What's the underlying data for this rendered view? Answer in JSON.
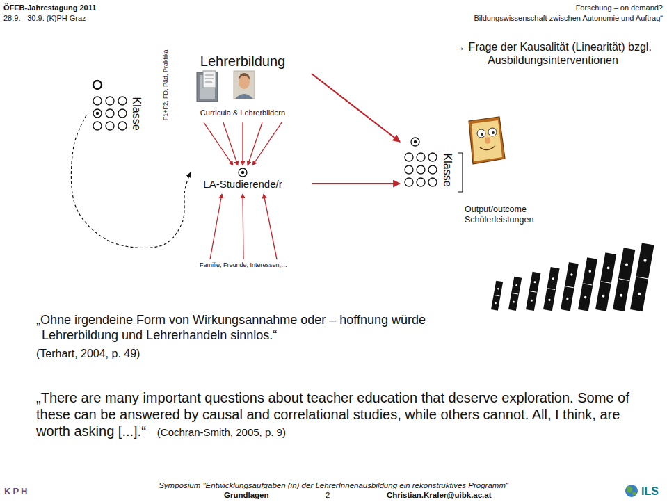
{
  "diagram": {
    "nodes": [
      {
        "text": [
          "Klasse"
        ]
      },
      {
        "text": [
          "Lehrerbildung"
        ]
      },
      {
        "text": [
          "Curricula & Lehrerbildern"
        ],
        "in": 1
      },
      {
        "text": [
          "LA-Studierende/r"
        ],
        "in": 1
      },
      {
        "text": [
          "Familie, Freunde, Interessen,…"
        ]
      },
      {
        "text": [
          "Klasse"
        ]
      },
      {
        "text": [
          "Output/outcome Schülerleistungen"
        ]
      }
    ],
    "edges": [
      {
        "from": 0,
        "to": 3,
        "arrow": "to"
      },
      {
        "from": 2,
        "to": 3,
        "arrow": "to"
      },
      {
        "from": 2,
        "to": 3,
        "arrow": "to"
      },
      {
        "from": 2,
        "to": 3,
        "arrow": "to"
      },
      {
        "from": 2,
        "to": 3,
        "arrow": "to"
      },
      {
        "from": 2,
        "to": 3,
        "arrow": "to"
      },
      {
        "from": 4,
        "to": 3,
        "arrow": "to"
      },
      {
        "from": 4,
        "to": 3,
        "arrow": "to"
      },
      {
        "from": 4,
        "to": 3,
        "arrow": "to"
      },
      {
        "from": 1,
        "to": 5,
        "arrow": "to"
      },
      {
        "from": 1,
        "to": 5,
        "arrow": "to"
      }
    ],
    "labels": [
      "ÖFEB-Jahrestagung 2011",
      "28.9. - 30.9. (K)PH Graz",
      "Forschung – on demand?",
      "Bildungswissenschaft zwischen Autonomie und Auftrag“",
      "F1+F2, FD, Päd, Praktika",
      "→ Frage der Kausalität (Linearität) bzgl. Ausbildungsinterventionen",
      "„Ohne irgendeine Form von Wirkungsannahme oder – hoffnung würde Lehrerbildung und Lehrerhandeln sinnlos.“",
      "(Terhart, 2004, p. 49)",
      "„There are many important questions about teacher education that deserve exploration. Some of these can be answered by causal and correlational studies, while others cannot. All, I think, are worth asking [...].“",
      "(Cochran-Smith, 2005, p. 9)",
      "Symposium \"Entwicklungsaufgaben (in) der LehrerInnenausbildung ein rekonstruktives Programm“",
      "Grundlagen",
      "2",
      "Christian.Kraler@uibk.ac.at",
      "KPH",
      "ILS"
    ]
  }
}
